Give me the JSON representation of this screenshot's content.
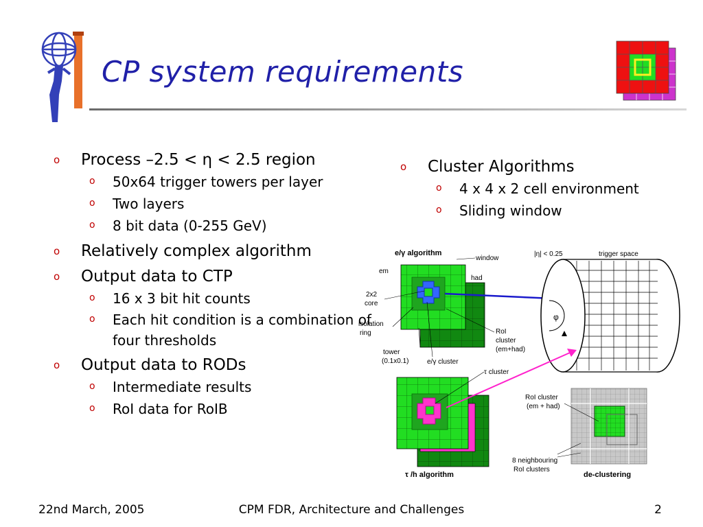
{
  "title": "CP system requirements",
  "left_bullets": [
    {
      "text": "Process –2.5 < η < 2.5 region",
      "sub": [
        "50x64 trigger towers per layer",
        "Two layers",
        "8 bit data (0-255 GeV)"
      ]
    },
    {
      "text": "Relatively complex algorithm",
      "sub": []
    },
    {
      "text": "Output data to CTP",
      "sub": [
        "16 x 3 bit hit counts",
        "Each hit condition is a combination of four thresholds"
      ]
    },
    {
      "text": "Output data to RODs",
      "sub": [
        "Intermediate results",
        "RoI data for RoIB"
      ]
    }
  ],
  "right_bullets": [
    {
      "text": "Cluster Algorithms",
      "sub": [
        "4 x 4 x 2 cell environment",
        "Sliding window"
      ]
    }
  ],
  "diagram": {
    "eg_title": "e/γ algorithm",
    "window": "window",
    "em": "em",
    "had": "had",
    "core_1": "2x2",
    "core_2": "core",
    "iso_1": "isolation",
    "iso_2": "ring",
    "roi_1": "RoI",
    "roi_2": "cluster",
    "roi_3": "(em+had)",
    "tower_1": "tower",
    "tower_2": "(0.1x0.1)",
    "eg_cluster": "e/γ cluster",
    "tau_cluster": "τ cluster",
    "eta_range": "|η| < 0.25",
    "trigger_space": "trigger space",
    "phi": "φ",
    "roi_cluster_1": "RoI cluster",
    "roi_cluster_2": "(em + had)",
    "neigh_1": "8 neighbouring",
    "neigh_2": "RoI clusters",
    "tau_title": "τ /h algorithm",
    "declustering": "de-clustering"
  },
  "footer": {
    "date": "22nd March, 2005",
    "center": "CPM FDR, Architecture and Challenges",
    "page": "2"
  },
  "colors": {
    "title": "#2020a8",
    "bullet": "#c00000",
    "green": "#22dd22",
    "dark_green": "#118811",
    "blue": "#3366ff",
    "magenta": "#ff33cc"
  }
}
